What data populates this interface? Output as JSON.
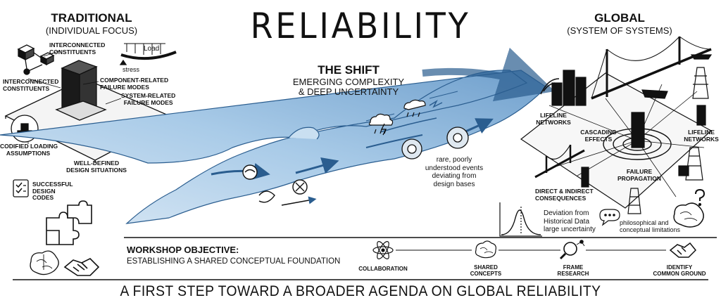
{
  "title": "RELIABILITY",
  "traditional": {
    "heading": "TRADITIONAL",
    "subheading": "(INDIVIDUAL FOCUS)",
    "labels": {
      "interconnected_top": "INTERCONNECTED\nCONSTITUENTS",
      "load": "Load",
      "stress": "stress",
      "interconnected_left": "INTERCONNECTED\nCONSTITUENTS",
      "component_failure": "COMPONENT-RELATED\nFAILURE MODES",
      "system_failure": "SYSTEM-RELATED\nFAILURE MODES",
      "codified": "CODIFIED LOADING\nASSUMPTIONS",
      "well_defined": "WELL-DEFINED\nDESIGN SITUATIONS",
      "successful": "SUCCESSFUL\nDESIGN\nCODES"
    }
  },
  "shift": {
    "title": "THE SHIFT",
    "subtitle_1": "EMERGING COMPLEXITY",
    "subtitle_2": "& DEEP UNCERTAINTY",
    "rare_events": "rare, poorly\nunderstood events\ndeviating from\ndesign bases"
  },
  "global": {
    "heading": "GLOBAL",
    "subheading": "(SYSTEM OF SYSTEMS)",
    "labels": {
      "lifeline_left": "LIFELINE\nNETWORKS",
      "cascading": "CASCADING\nEFFECTS",
      "lifeline_right": "LIFELINE\nNETWORKS",
      "failure_propagation": "FAILURE\nPROPAGATION",
      "direct_indirect": "DIRECT & INDIRECT\nCONSEQUENCES",
      "deviation": "Deviation from\nHistorical Data\nlarge uncertainty",
      "philosophical": "philosophical and\nconceptual limitations"
    }
  },
  "workshop": {
    "objective_title": "WORKSHOP OBJECTIVE:",
    "objective_sub": "ESTABLISHING A SHARED CONCEPTUAL FOUNDATION",
    "steps": [
      {
        "label": "COLLABORATION",
        "icon": "atom-icon"
      },
      {
        "label": "SHARED\nCONCEPTS",
        "icon": "brain-icon"
      },
      {
        "label": "FRAME\nRESEARCH",
        "icon": "magnifier-icon"
      },
      {
        "label": "IDENTIFY\nCOMMON GROUND",
        "icon": "handshake-icon"
      }
    ]
  },
  "footer": "A FIRST STEP TOWARD A BROADER AGENDA ON GLOBAL RELIABILITY",
  "colors": {
    "river": "#a9cbe8",
    "river_dark": "#6f9fcc",
    "ink": "#111111"
  }
}
